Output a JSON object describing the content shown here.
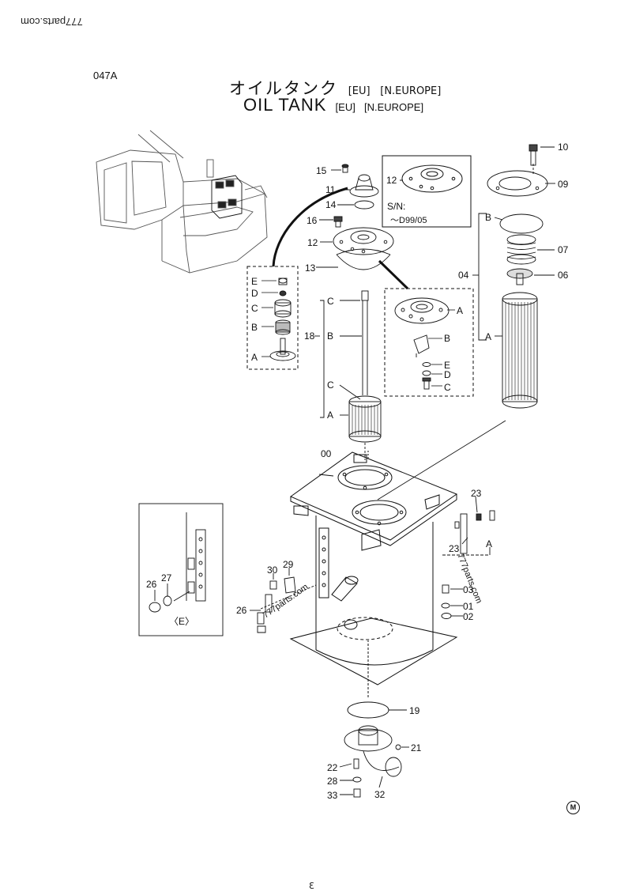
{
  "header": {
    "watermark": "777parts.com",
    "page_code": "047A",
    "title_jp": "オイルタンク",
    "title_en": "OIL TANK",
    "tag_eu": "[EU]",
    "tag_region": "[N.EUROPE]"
  },
  "footer": {
    "page_mark": "Ɛ",
    "m_symbol": "M"
  },
  "callouts": {
    "p10": "10",
    "p09": "09",
    "p07": "07",
    "p06": "06",
    "p04": "04",
    "p04_b": "B",
    "p04_a": "A",
    "p15": "15",
    "p11": "11",
    "p14": "14",
    "p16": "16",
    "p12": "12",
    "p13": "13",
    "p18": "18",
    "p18_b": "B",
    "p18_c1": "C",
    "p18_c2": "C",
    "p18_a": "A",
    "p00": "00",
    "p23a": "23",
    "p23b": "23",
    "p23_a": "A",
    "p03": "03",
    "p01": "01",
    "p02": "02",
    "p30": "30",
    "p29": "29",
    "p26": "26",
    "p19": "19",
    "p21": "21",
    "p22": "22",
    "p28": "28",
    "p33": "33",
    "p32": "32"
  },
  "sn_box": {
    "part": "12",
    "sn_label": "S/N:",
    "sn_value": "～D99/05"
  },
  "detail_left": {
    "labels": [
      "E",
      "D",
      "C",
      "B",
      "A"
    ]
  },
  "detail_right": {
    "labels": [
      "A",
      "B",
      "E",
      "D",
      "C"
    ]
  },
  "detail_e": {
    "p26": "26",
    "p27": "27",
    "caption": "〈E〉"
  },
  "diagonal_watermark": "777parts.com"
}
